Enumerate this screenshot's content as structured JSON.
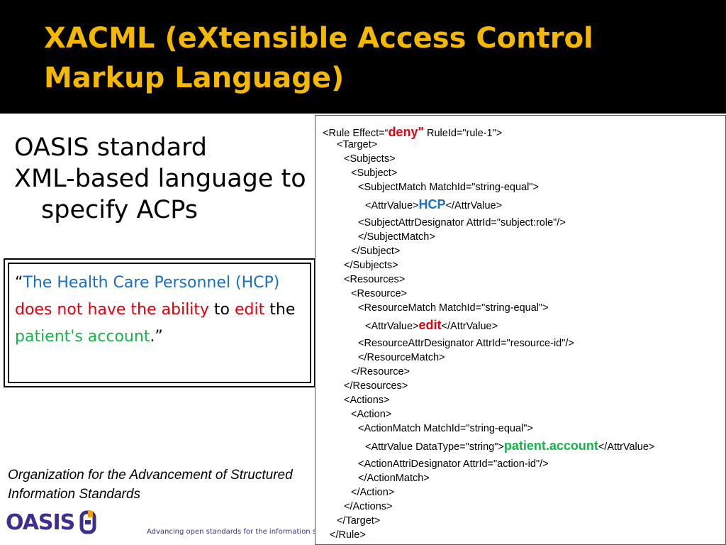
{
  "title": {
    "line1": "XACML (eXtensible Access Control",
    "line2": "Markup Language)"
  },
  "bullets": [
    "OASIS  standard",
    "XML-based language to specify ACPs"
  ],
  "quote": {
    "open": "“",
    "p1": "The Health Care Personnel (HCP)",
    "p2": " ",
    "p3": "does not have the ability",
    "p4": " to ",
    "p5": "edit",
    "p6": " the ",
    "p7": "patient's account",
    "close": ".”"
  },
  "organization": "Organization for the Advancement of Structured Information Standards",
  "logo": {
    "word": "OASIS",
    "tagline": "Advancing open standards for the information society"
  },
  "code_lines": [
    {
      "pre": "<Rule Effect=“",
      "hl": "deny\"",
      "post": " RuleId=\"rule-1\">"
    },
    {
      "text": "<Target>"
    },
    {
      "text": "<Subjects>"
    },
    {
      "text": "<Subject>"
    },
    {
      "text": "<SubjectMatch MatchId=\"string-equal\">"
    },
    {
      "pre": "<AttrValue>",
      "hl": "HCP",
      "post": "</AttrValue>"
    },
    {
      "text": "<SubjectAttrDesignator AttrId=\"subject:role\"/>"
    },
    {
      "text": "</SubjectMatch>"
    },
    {
      "text": "</Subject>"
    },
    {
      "text": "</Subjects>"
    },
    {
      "text": "<Resources>"
    },
    {
      "text": "<Resource>"
    },
    {
      "text": "<ResourceMatch MatchId=\"string-equal\">"
    },
    {
      "pre": "<AttrValue>",
      "hl": "edit",
      "post": "</AttrValue>"
    },
    {
      "text": "<ResourceAttrDesignator AttrId=\"resource-id\"/>"
    },
    {
      "text": "</ResourceMatch>"
    },
    {
      "text": "</Resource>"
    },
    {
      "text": "</Resources>"
    },
    {
      "text": "<Actions>"
    },
    {
      "text": "<Action>"
    },
    {
      "text": "<ActionMatch MatchId=\"string-equal\">"
    },
    {
      "pre": "<AttrValue DataType=\"string\">",
      "hl": "patient.account",
      "post": "</AttrValue>"
    },
    {
      "text": "<ActionAttriDesignator AttrId=\"action-id\"/>"
    },
    {
      "text": "</ActionMatch>"
    },
    {
      "text": "</Action>"
    },
    {
      "text": "</Actions>"
    },
    {
      "text": "</Target>"
    },
    {
      "text": "</Rule>"
    }
  ],
  "colors": {
    "title": "#f5b800",
    "blue": "#1a6fbf",
    "red": "#e4000f",
    "green": "#17b34a",
    "logo": "#3d2f8f"
  }
}
